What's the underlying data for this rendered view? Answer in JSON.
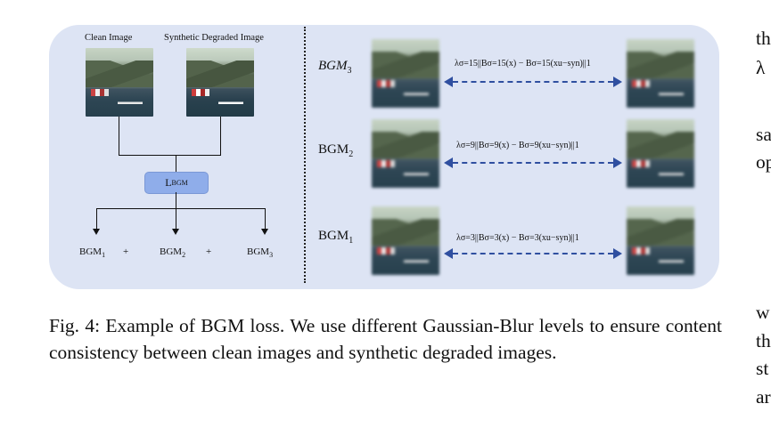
{
  "figure": {
    "clean_label": "Clean Image",
    "degraded_label": "Synthetic Degraded Image",
    "loss_label": "L",
    "loss_sub": "BGM",
    "bottom": [
      {
        "label": "BGM",
        "sub": "1"
      },
      {
        "sep": "+"
      },
      {
        "label": "BGM",
        "sub": "2"
      },
      {
        "sep": "+"
      },
      {
        "label": "BGM",
        "sub": "3"
      }
    ],
    "rows": [
      {
        "label": "BGM",
        "sub": "3",
        "italic": true,
        "formula": "λσ=15||Bσ=15(x) − Bσ=15(xu−syn)||1"
      },
      {
        "label": "BGM",
        "sub": "2",
        "italic": false,
        "formula": "λσ=9||Bσ=9(x) − Bσ=9(xu−syn)||1"
      },
      {
        "label": "BGM",
        "sub": "1",
        "italic": false,
        "formula": "λσ=3||Bσ=3(x) − Bσ=3(xu−syn)||1"
      }
    ]
  },
  "caption": "Fig. 4: Example of BGM loss. We use different Gaussian-Blur levels to ensure content consistency between clean images and synthetic degraded images.",
  "right_column": [
    "th",
    "λ",
    "sa",
    "op",
    "w",
    "th",
    "st",
    "ar"
  ]
}
